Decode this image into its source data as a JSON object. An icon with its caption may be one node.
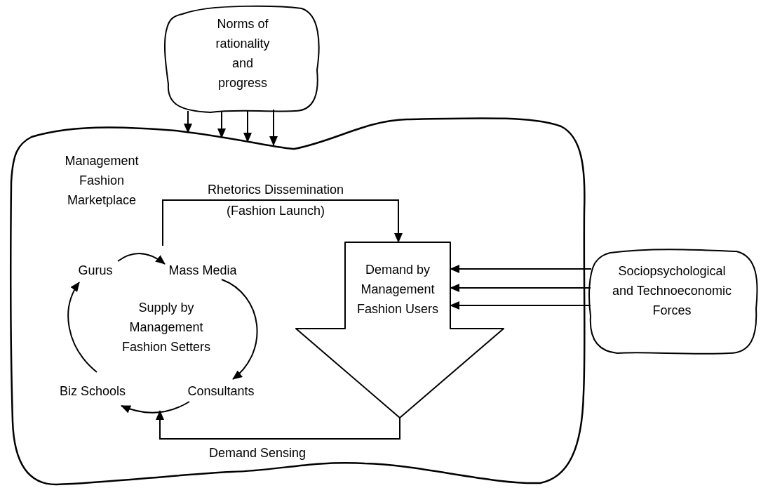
{
  "diagram": {
    "nodes": [
      {
        "text": [
          "Norms of rationality and progress"
        ]
      },
      {
        "text": [
          "Management Fashion Marketplace"
        ]
      },
      {
        "text": [
          "Supply by Management Fashion Setters"
        ],
        "in": 1
      },
      {
        "text": [
          "Gurus"
        ],
        "in": 2
      },
      {
        "text": [
          "Mass Media"
        ],
        "in": 2
      },
      {
        "text": [
          "Consultants"
        ],
        "in": 2
      },
      {
        "text": [
          "Biz Schools"
        ],
        "in": 2
      },
      {
        "text": [
          "Demand by Management Fashion Users"
        ],
        "in": 1
      },
      {
        "text": [
          "Sociopsychological and Technoeconomic Forces"
        ]
      }
    ],
    "edges": [
      {
        "from": 0,
        "to": 1,
        "arrow": "to"
      },
      {
        "from": 0,
        "to": 1,
        "arrow": "to"
      },
      {
        "from": 0,
        "to": 1,
        "arrow": "to"
      },
      {
        "from": 0,
        "to": 1,
        "arrow": "to"
      },
      {
        "from": 3,
        "to": 4,
        "arrow": "to"
      },
      {
        "from": 4,
        "to": 5,
        "arrow": "to"
      },
      {
        "from": 5,
        "to": 6,
        "arrow": "to"
      },
      {
        "from": 6,
        "to": 3,
        "arrow": "to"
      },
      {
        "from": 2,
        "to": 7,
        "arrow": "to",
        "label": "Rhetorics Dissemination (Fashion Launch)"
      },
      {
        "from": 7,
        "to": 2,
        "arrow": "to",
        "label": "Demand Sensing"
      },
      {
        "from": 8,
        "to": 7,
        "arrow": "to"
      },
      {
        "from": 8,
        "to": 7,
        "arrow": "to"
      },
      {
        "from": 8,
        "to": 7,
        "arrow": "to"
      }
    ]
  }
}
